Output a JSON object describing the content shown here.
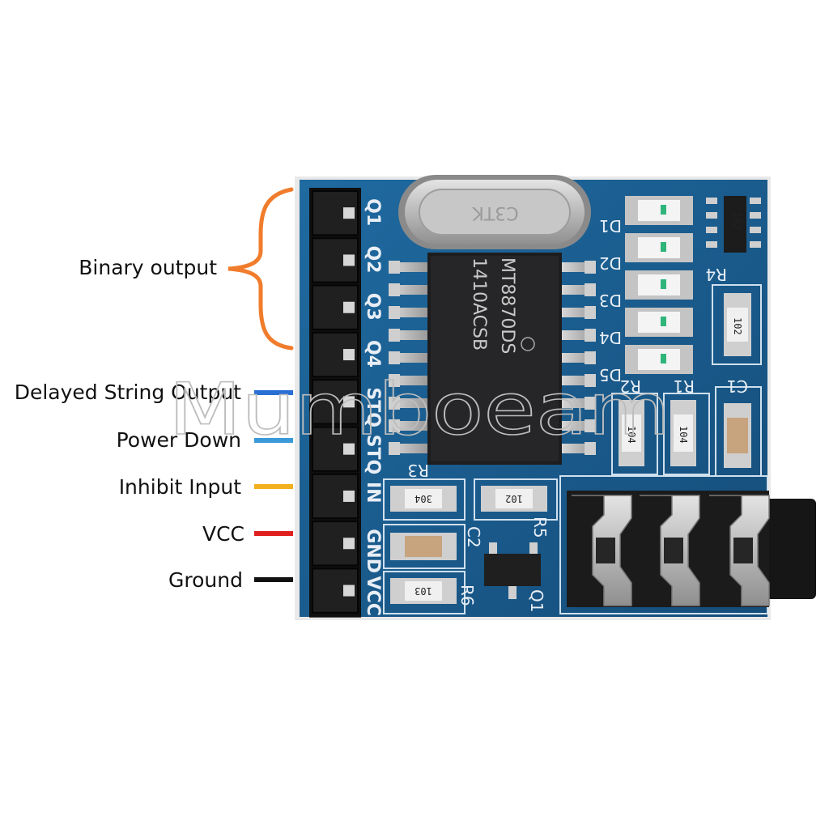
{
  "labels": {
    "binary_output": "Binary output",
    "delayed_string_output": "Delayed String Output",
    "power_down": "Power Down",
    "inhibit_input": "Inhibit Input",
    "vcc": "VCC",
    "ground": "Ground"
  },
  "pin_labels": [
    "Q1",
    "Q2",
    "Q3",
    "Q4",
    "STQ",
    "STQ",
    "IN",
    "GND",
    "VCC"
  ],
  "chip": {
    "line1": "MT8870DS",
    "line2": "1410ACSB"
  },
  "crystal": {
    "text": "C3TK"
  },
  "led_labels": [
    "D1",
    "D2",
    "D3",
    "D4",
    "D5"
  ],
  "resistor_labels": {
    "r1": "R1",
    "r2": "R2",
    "r3": "R3",
    "r4": "R4",
    "r5": "R5",
    "r6": "R6",
    "c1": "C1",
    "c2": "C2",
    "q1": "Q1"
  },
  "resistor_codes": {
    "r1": "104",
    "r2": "104",
    "r3": "304",
    "r4": "102",
    "r5": "102",
    "r6": "103",
    "ic2": "102"
  },
  "watermark": "Mumboeam",
  "colors": {
    "brace": "#f07c2c",
    "delayed_string_output": "#2a6fd4",
    "power_down": "#3a9ad9",
    "inhibit_input": "#f2b01e",
    "vcc": "#e01f1f",
    "ground": "#111111",
    "pcb": "#1b5d8f"
  }
}
